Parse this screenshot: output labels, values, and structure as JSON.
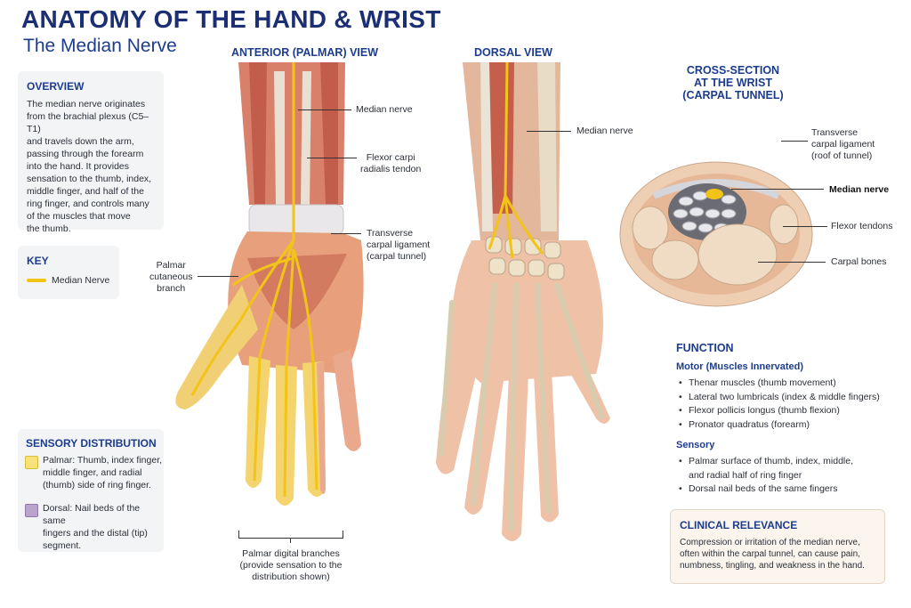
{
  "header": {
    "title": "ANATOMY OF THE HAND & WRIST",
    "subtitle": "The Median Nerve"
  },
  "overview": {
    "heading": "OVERVIEW",
    "lines": [
      "The median nerve originates",
      "from the brachial plexus (C5–T1)",
      "and travels down the arm,",
      "passing through the forearm",
      "into the hand. It provides",
      "sensation to the thumb, index,",
      "middle finger, and half of the",
      "ring finger, and controls many",
      "of the muscles that move",
      "the thumb."
    ]
  },
  "key": {
    "heading": "KEY",
    "item_label": "Median Nerve"
  },
  "sensory": {
    "heading": "SENSORY DISTRIBUTION",
    "palmar_lines": [
      "Palmar: Thumb, index finger,",
      "middle finger, and radial",
      "(thumb) side of ring finger."
    ],
    "dorsal_lines": [
      "Dorsal: Nail beds of the same",
      "fingers and the distal (tip)",
      "segment."
    ]
  },
  "anterior": {
    "heading": "ANTERIOR (PALMAR) VIEW",
    "labels": {
      "median_nerve": "Median nerve",
      "fcr": [
        "Flexor carpi",
        "radialis tendon"
      ],
      "tcl": [
        "Transverse",
        "carpal ligament",
        "(carpal tunnel)"
      ],
      "palmar_cutaneous": [
        "Palmar",
        "cutaneous",
        "branch"
      ],
      "digital": [
        "Palmar digital branches",
        "(provide sensation to the",
        "distribution shown)"
      ]
    }
  },
  "dorsal": {
    "heading": "DORSAL VIEW",
    "labels": {
      "median_nerve": "Median nerve"
    }
  },
  "cross_section": {
    "heading": [
      "CROSS-SECTION",
      "AT THE WRIST",
      "(CARPAL TUNNEL)"
    ],
    "labels": {
      "tcl": [
        "Transverse",
        "carpal ligament",
        "(roof of tunnel)"
      ],
      "median_nerve": "Median nerve",
      "flexor_tendons": "Flexor tendons",
      "carpal_bones": "Carpal bones"
    }
  },
  "function": {
    "heading": "FUNCTION",
    "motor_heading": "Motor (Muscles Innervated)",
    "motor_items": [
      "Thenar muscles (thumb movement)",
      "Lateral two lumbricals (index & middle fingers)",
      "Flexor pollicis longus (thumb flexion)",
      "Pronator quadratus (forearm)"
    ],
    "sensory_heading": "Sensory",
    "sensory_items": [
      [
        "Palmar surface of thumb, index, middle,",
        "and radial half of ring finger"
      ],
      [
        "Dorsal nail beds of the same fingers"
      ]
    ]
  },
  "clinical": {
    "heading": "CLINICAL RELEVANCE",
    "lines": [
      "Compression or irritation of the median nerve,",
      "often within the carpal tunnel, can cause pain,",
      "numbness, tingling, and weakness in the hand."
    ]
  },
  "colors": {
    "nerve": "#f2c418",
    "palmar_swatch": "#f7e27a",
    "dorsal_swatch": "#b9a4cc",
    "heading_blue": "#1c3c8c",
    "title_navy": "#1c2f74"
  }
}
